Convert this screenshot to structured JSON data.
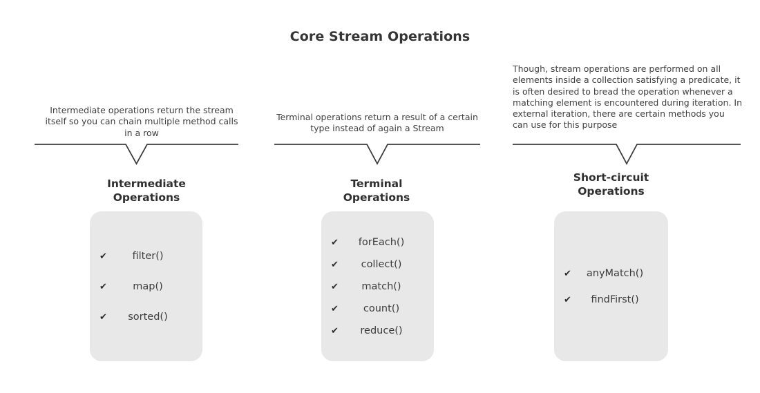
{
  "title": "Core Stream Operations",
  "columns": [
    {
      "key": "intermediate",
      "description": "Intermediate operations return the stream itself so you can chain multiple method calls in a row",
      "heading": "Intermediate\nOperations",
      "items": [
        {
          "check": "✔",
          "label": "filter()"
        },
        {
          "check": "✔",
          "label": "map()"
        },
        {
          "check": "✔",
          "label": "sorted()"
        }
      ]
    },
    {
      "key": "terminal",
      "description": "Terminal operations return a result of a certain type instead of again a Stream",
      "heading": "Terminal\nOperations",
      "items": [
        {
          "check": "✔",
          "label": "forEach()"
        },
        {
          "check": "✔",
          "label": "collect()"
        },
        {
          "check": "✔",
          "label": "match()"
        },
        {
          "check": "✔",
          "label": "count()"
        },
        {
          "check": "✔",
          "label": "reduce()"
        }
      ]
    },
    {
      "key": "short-circuit",
      "description": "Though, stream operations are performed on all elements inside a collection satisfying a predicate, it is often desired to bread the operation whenever a matching element is encountered during iteration. In external iteration, there are certain methods you can use for this purpose",
      "heading": "Short-circuit\nOperations",
      "items": [
        {
          "check": "✔",
          "label": "anyMatch()"
        },
        {
          "check": "✔",
          "label": "findFirst()"
        }
      ]
    }
  ],
  "colors": {
    "background": "#ffffff",
    "text": "#3b3b3b",
    "heading": "#2f2f2f",
    "box_fill": "#e8e8e8",
    "connector_line": "#3b3b3b"
  }
}
